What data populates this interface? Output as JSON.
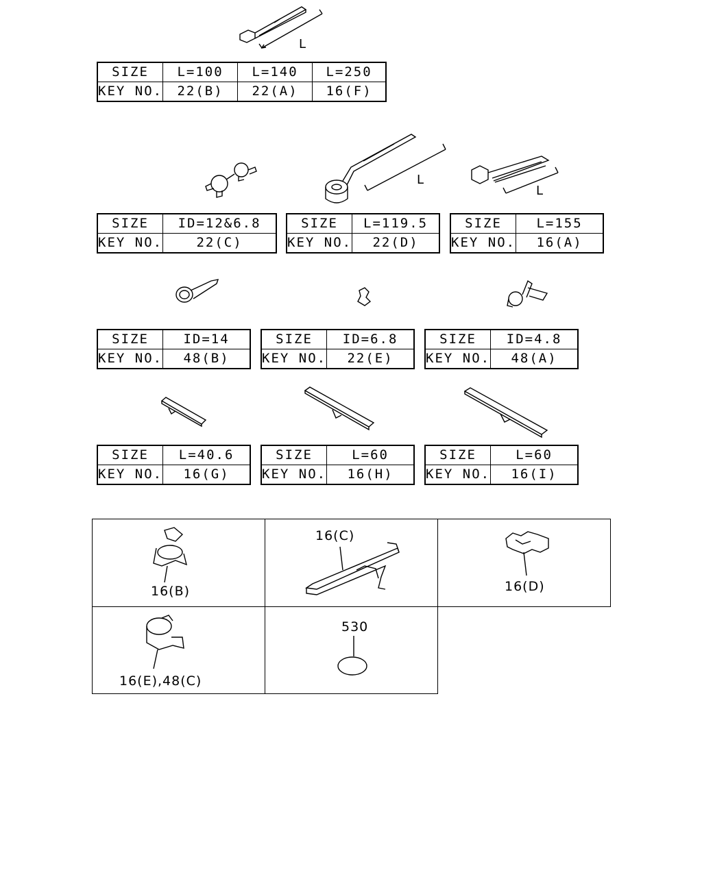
{
  "labels": {
    "size": "SIZE",
    "key_no": "KEY NO."
  },
  "dimension_label": "L",
  "tables": [
    {
      "sizes": [
        "L=100",
        "L=140",
        "L=250"
      ],
      "keys": [
        "22(B)",
        "22(A)",
        "16(F)"
      ]
    },
    {
      "sizes": [
        "ID=12&6.8"
      ],
      "keys": [
        "22(C)"
      ]
    },
    {
      "sizes": [
        "L=119.5"
      ],
      "keys": [
        "22(D)"
      ]
    },
    {
      "sizes": [
        "L=155"
      ],
      "keys": [
        "16(A)"
      ]
    },
    {
      "sizes": [
        "ID=14"
      ],
      "keys": [
        "48(B)"
      ]
    },
    {
      "sizes": [
        "ID=6.8"
      ],
      "keys": [
        "22(E)"
      ]
    },
    {
      "sizes": [
        "ID=4.8"
      ],
      "keys": [
        "48(A)"
      ]
    },
    {
      "sizes": [
        "L=40.6"
      ],
      "keys": [
        "16(G)"
      ]
    },
    {
      "sizes": [
        "L=60"
      ],
      "keys": [
        "16(H)"
      ]
    },
    {
      "sizes": [
        "L=60"
      ],
      "keys": [
        "16(I)"
      ]
    }
  ],
  "grid_labels": {
    "b": "16(B)",
    "c": "16(C)",
    "d": "16(D)",
    "e": "16(E),48(C)",
    "n530": "530"
  }
}
